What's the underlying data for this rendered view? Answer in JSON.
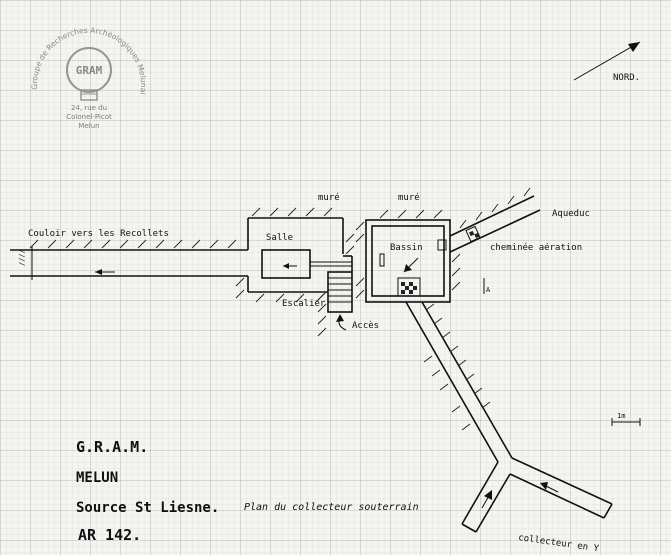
{
  "stamp": {
    "arc_text": "Groupe de Recherches Archéologiques Melunais",
    "logo": "GRAM",
    "address": [
      "24, rue du",
      "Colonel-Picot",
      "Melun"
    ]
  },
  "north_label": "NORD.",
  "labels": {
    "couloir": "Couloir vers les Recollets",
    "salle": "Salle",
    "mure_left": "muré",
    "mure_right": "muré",
    "bassin": "Bassin",
    "aqueduc": "Aqueduc",
    "cheminee": "cheminée aération",
    "escalier": "Escalier",
    "acces": "Accès",
    "collecteur": "collecteur en Y",
    "section_mark": "A",
    "scale": "1m"
  },
  "title_block": {
    "org": "G.R.A.M.",
    "city": "MELUN",
    "site": "Source St Liesne.",
    "subtitle": "Plan du collecteur souterrain",
    "ref": "AR 142."
  },
  "colors": {
    "paper": "#f4f4f0",
    "grid_minor": "#cfd3d6",
    "grid_major": "#a9aeb3",
    "ink": "#111111",
    "stamp": "#8a8a8a"
  }
}
